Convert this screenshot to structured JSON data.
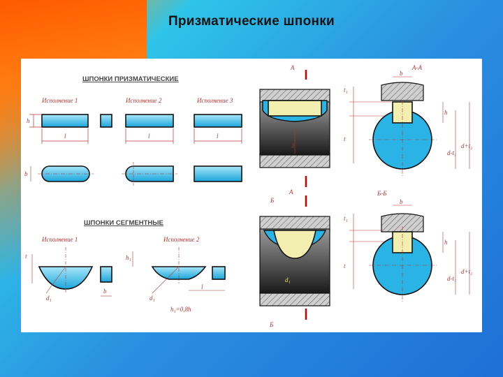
{
  "slide": {
    "title": "Призматические шпонки"
  },
  "left": {
    "heading_prismatic": "ШПОНКИ ПРИЗМАТИЧЕСКИЕ",
    "heading_segment": "ШПОНКИ СЕГМЕНТНЫЕ",
    "prismatic_variants": [
      "Исполнение 1",
      "Исполнение 2",
      "Исполнение 3"
    ],
    "segment_variants": [
      "Исполнение 1",
      "Исполнение 2"
    ],
    "dims": {
      "h": "h",
      "b": "b",
      "l": "l",
      "t": "t",
      "d1": "d₁",
      "h1": "h₁",
      "formula": "h₁=0,8h"
    }
  },
  "right": {
    "section_A": "А",
    "section_AA": "А-А",
    "section_B": "Б",
    "section_BB": "Б-Б",
    "dims": {
      "b": "b",
      "t1": "t₁",
      "t": "t",
      "h": "h",
      "d_minus_t1": "d-t₁",
      "d_plus_t2": "d+t₂",
      "d1": "d₁",
      "l": "l"
    }
  },
  "colors": {
    "fill": "#2ab4e6",
    "key_fill": "#f3efb0",
    "dim": "#b33333",
    "outline": "#111111"
  }
}
